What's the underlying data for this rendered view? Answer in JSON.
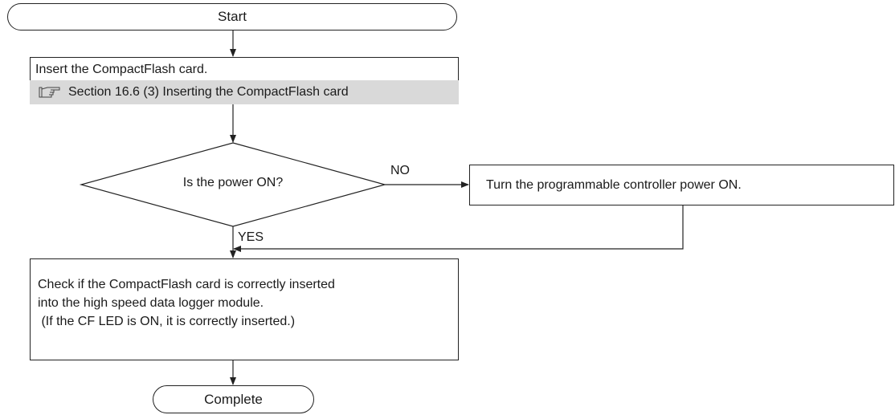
{
  "start_label": "Start",
  "step1": {
    "text": "Insert the CompactFlash card.",
    "reference": "Section 16.6 (3)  Inserting the CompactFlash card"
  },
  "decision": {
    "question": "Is the power ON?",
    "no_label": "NO",
    "yes_label": "YES"
  },
  "power_on_step": "Turn the programmable controller power ON.",
  "check_step": {
    "line1": "Check if the CompactFlash card is correctly inserted",
    "line2": "into the high speed data logger module.",
    "line3": " (If the CF LED is ON, it is correctly inserted.)"
  },
  "complete_label": "Complete",
  "icons": {
    "reference": "pointing-hand-icon"
  },
  "colors": {
    "reference_band": "#d9d9d9",
    "line": "#222222"
  }
}
